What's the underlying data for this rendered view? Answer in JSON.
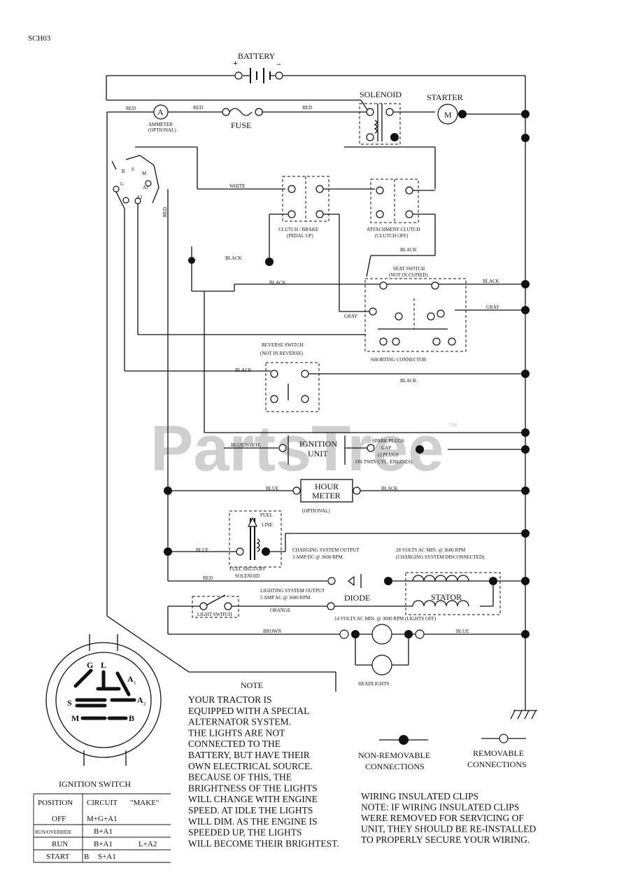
{
  "schematic_id": "SCH03",
  "watermark": {
    "text": "PartsTree",
    "tm": "™"
  },
  "components": {
    "battery": "BATTERY",
    "battery_pos": "+",
    "battery_neg": "−",
    "solenoid": "SOLENOID",
    "starter": "STARTER",
    "starter_symbol": "M",
    "ammeter_symbol": "A",
    "ammeter": "AMMETER",
    "ammeter_optional": "(OPTIONAL)",
    "fuse": "FUSE",
    "clutch_brake": "CLUTCH / BRAKE",
    "clutch_brake_sub": "(PEDAL UP)",
    "attachment_clutch": "ATTACHMENT CLUTCH",
    "attachment_clutch_sub": "(CLUTCH OFF)",
    "seat_switch": "SEAT SWITCH",
    "seat_switch_sub": "(NOT OCCUPIED)",
    "shorting_connector": "SHORTING CONNECTOR",
    "reverse_switch": "REVERSE SWITCH",
    "reverse_switch_sub": "(NOT IN REVERSE)",
    "ignition_unit_1": "IGNITION",
    "ignition_unit_2": "UNIT",
    "spark_plugs_1": "SPARK PLUGS",
    "spark_plugs_2": "GAP",
    "spark_plugs_3": "(2 PLUGS",
    "spark_plugs_4": "ON TWIN CYL. ENGINES)",
    "hour_meter_1": "HOUR",
    "hour_meter_2": "METER",
    "hour_meter_sub": "(OPTIONAL)",
    "fuel_line_1": "FUEL",
    "fuel_line_2": "LINE",
    "fuel_shutoff_1": "FUEL SHUT-OFF",
    "fuel_shutoff_2": "SOLENOID",
    "charging_output_1": "CHARGING SYSTEM OUTPUT",
    "charging_output_2": "3 AMP DC @ 3600 RPM",
    "volts_ac_1": "28 VOLTS AC MIN. @ 3600 RPM",
    "volts_ac_2": "(CHARGING SYSTEM DISCONNECTED)",
    "diode": "DIODE",
    "stator": "STATOR",
    "lighting_output_1": "LIGHTING SYSTEM OUTPUT",
    "lighting_output_2": "5 AMP AC @ 3600 RPM",
    "lights_volts": "14 VOLTS AC MIN. @ 3600 RPM (LIGHTS OFF)",
    "light_switch": "LIGHT SWITCH",
    "headlights": "HEADLIGHTS"
  },
  "wire_colors": {
    "red1": "RED",
    "red2": "RED",
    "red3": "RED",
    "red4": "RED",
    "white": "WHITE",
    "black1": "BLACK",
    "black2": "BLACK",
    "black3": "BLACK",
    "black4": "BLACK",
    "black5": "BLACK",
    "black6": "BLACK",
    "black7": "BLACK",
    "gray1": "GRAY",
    "gray2": "GRAY",
    "blue1": "BLUE",
    "blue2": "BLUE",
    "blue3": "BLUE",
    "blue_white": "BLUE/WHITE",
    "orange": "ORANGE",
    "brown": "BROWN"
  },
  "ignition_switch": {
    "title": "IGNITION SWITCH",
    "terminals": {
      "g": "G",
      "l": "L",
      "a1": "A",
      "a1_sub": "1",
      "s": "S",
      "a2": "A",
      "a2_sub": "2",
      "m": "M",
      "b": "B"
    },
    "header": {
      "position": "POSITION",
      "circuit": "CIRCUIT",
      "make": "\"MAKE\""
    },
    "rows": [
      {
        "position": "OFF",
        "c1": "M+G+A1",
        "c2": ""
      },
      {
        "position": "RUN/OVERRIDE",
        "c1": "B+A1",
        "c2": ""
      },
      {
        "position": "RUN",
        "c1": "B+A1",
        "c2": "L+A2"
      },
      {
        "position": "START",
        "c1": "B",
        "c2": "S+A1"
      }
    ]
  },
  "note": {
    "title": "NOTE",
    "lines": [
      "YOUR TRACTOR IS",
      "EQUIPPED WITH A SPECIAL",
      "ALTERNATOR SYSTEM.",
      "THE LIGHTS ARE NOT",
      "CONNECTED TO THE",
      "BATTERY, BUT HAVE THEIR",
      "OWN ELECTRICAL SOURCE.",
      "BECAUSE OF THIS, THE",
      "BRIGHTNESS OF THE LIGHTS",
      "WILL CHANGE WITH ENGINE",
      "SPEED.  AT IDLE THE LIGHTS",
      "WILL DIM.  AS THE ENGINE IS",
      "SPEEDED UP, THE LIGHTS",
      "WILL BECOME THEIR BRIGHTEST."
    ]
  },
  "legend": {
    "non_removable_1": "NON-REMOVABLE",
    "non_removable_2": "CONNECTIONS",
    "removable_1": "REMOVABLE",
    "removable_2": "CONNECTIONS"
  },
  "clips_note": {
    "lines": [
      "WIRING INSULATED CLIPS",
      "NOTE:  IF WIRING INSULATED CLIPS",
      "WERE REMOVED FOR SERVICING OF",
      "UNIT, THEY SHOULD BE RE-INSTALLED",
      "TO PROPERLY SECURE YOUR WIRING."
    ]
  }
}
